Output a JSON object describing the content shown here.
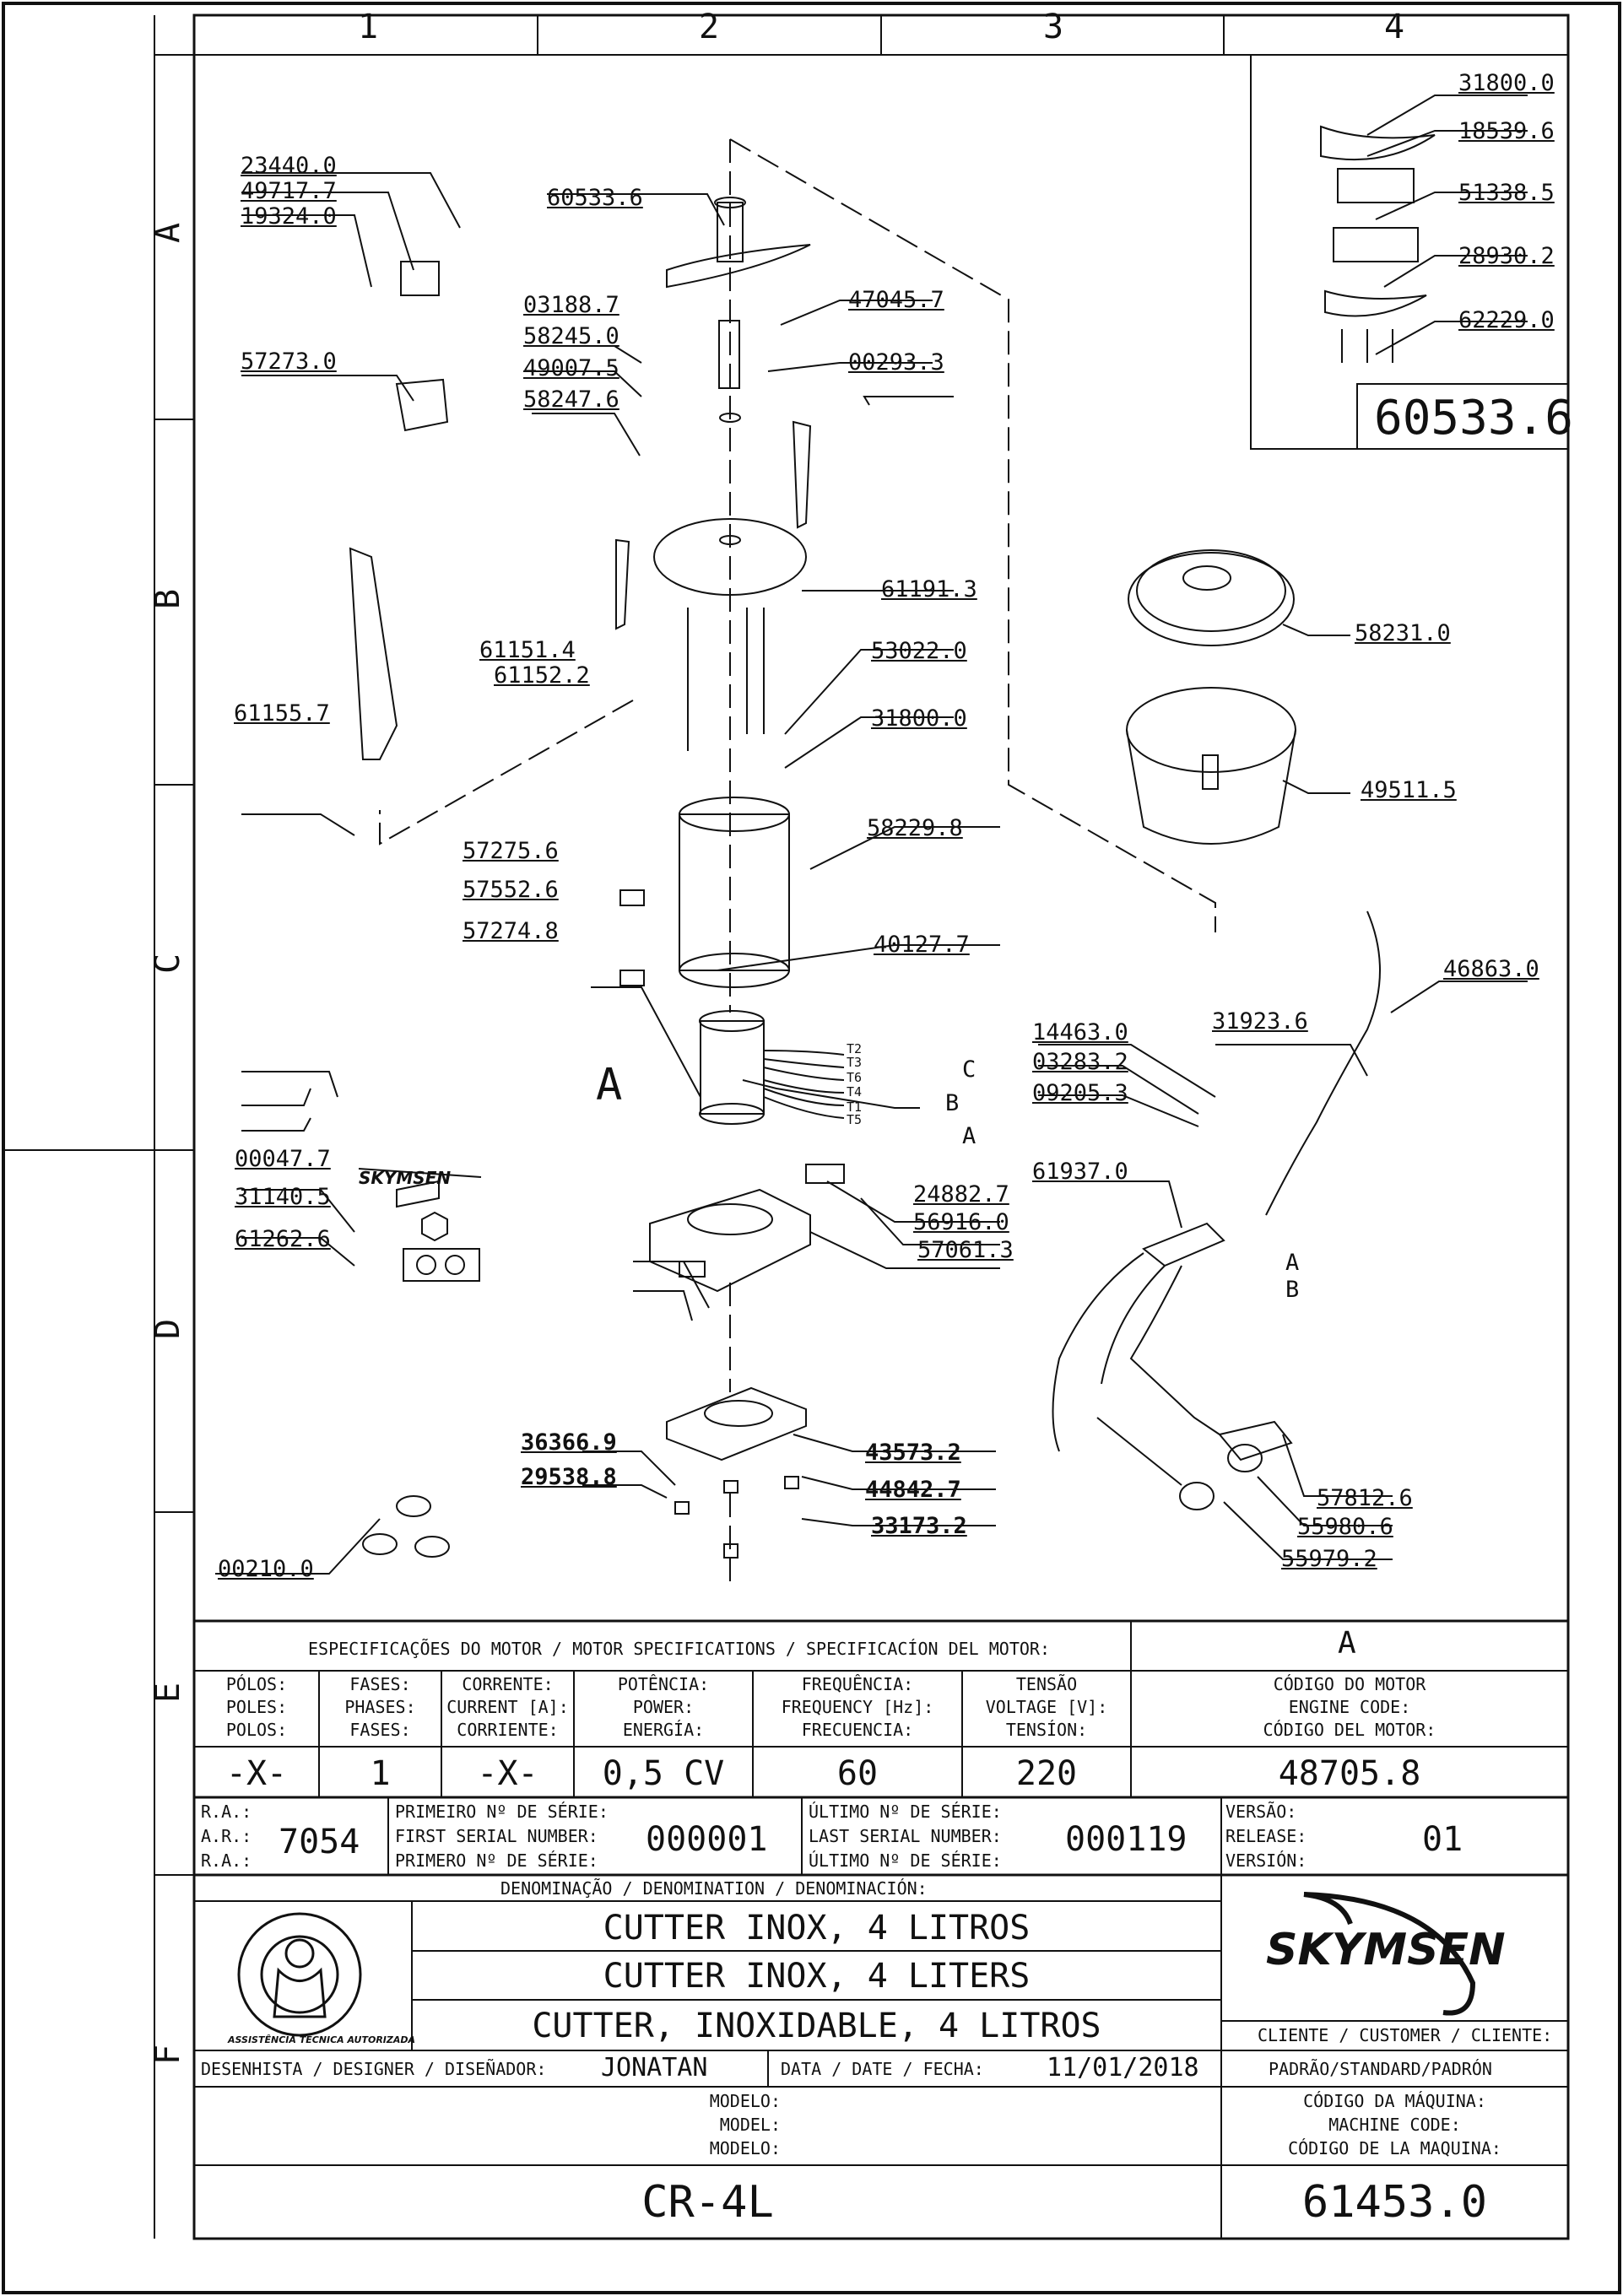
{
  "grid": {
    "columns": [
      "1",
      "2",
      "3",
      "4"
    ],
    "rows": [
      "A",
      "B",
      "C",
      "D",
      "E",
      "F"
    ]
  },
  "detail": {
    "code": "60533.6",
    "parts": [
      "31800.0",
      "18539.6",
      "51338.5",
      "28930.2",
      "62229.0"
    ]
  },
  "parts": {
    "p23440": "23440.0",
    "p49717": "49717.7",
    "p19324": "19324.0",
    "p60533": "60533.6",
    "p03188": "03188.7",
    "p47045": "47045.7",
    "p57273": "57273.0",
    "p58245": "58245.0",
    "p49007": "49007.5",
    "p00293": "00293.3",
    "p58247": "58247.6",
    "p61191": "61191.3",
    "p61151": "61151.4",
    "p61152": "61152.2",
    "p53022": "53022.0",
    "p61155": "61155.7",
    "p31800": "31800.0",
    "p58229": "58229.8",
    "p57275": "57275.6",
    "p57552": "57552.6",
    "p57274": "57274.8",
    "p40127": "40127.7",
    "pA": "A",
    "pT2": "T2",
    "pT3": "T3",
    "pT6": "T6",
    "pT4": "T4",
    "pT1": "T1",
    "pT5": "T5",
    "pC": "C",
    "pB": "B",
    "pA2": "A",
    "p00047": "00047.7",
    "p31140": "31140.5",
    "p61262": "61262.6",
    "p24882": "24882.7",
    "p56916": "56916.0",
    "p57061": "57061.3",
    "p36366": "36366.9",
    "p29538": "29538.8",
    "p43573": "43573.2",
    "p44842": "44842.7",
    "p33173": "33173.2",
    "p00210": "00210.0",
    "p58231": "58231.0",
    "p49511": "49511.5",
    "p46863": "46863.0",
    "p14463": "14463.0",
    "p31923": "31923.6",
    "p03283": "03283.2",
    "p09205": "09205.3",
    "p61937": "61937.0",
    "pA3": "A",
    "pB3": "B",
    "p57812": "57812.6",
    "p55980": "55980.6",
    "p55979": "55979.2"
  },
  "specs": {
    "header": "ESPECIFICAÇÕES DO MOTOR / MOTOR SPECIFICATIONS / SPECIFICACÍON DEL MOTOR:",
    "motor_ref": "A",
    "columns": [
      {
        "h1": "PÓLOS:",
        "h2": "POLES:",
        "h3": "POLOS:",
        "value": "-X-"
      },
      {
        "h1": "FASES:",
        "h2": "PHASES:",
        "h3": "FASES:",
        "value": "1"
      },
      {
        "h1": "CORRENTE:",
        "h2": "CURRENT [A]:",
        "h3": "CORRIENTE:",
        "value": "-X-"
      },
      {
        "h1": "POTÊNCIA:",
        "h2": "POWER:",
        "h3": "ENERGÍA:",
        "value": "0,5 CV"
      },
      {
        "h1": "FREQUÊNCIA:",
        "h2": "FREQUENCY [Hz]:",
        "h3": "FRECUENCIA:",
        "value": "60"
      },
      {
        "h1": "TENSÃO",
        "h2": "VOLTAGE [V]:",
        "h3": "TENSÍON:",
        "value": "220"
      }
    ],
    "engine_code": {
      "h1": "CÓDIGO DO MOTOR",
      "h2": "ENGINE CODE:",
      "h3": "CÓDIGO DEL MOTOR:",
      "value": "48705.8"
    }
  },
  "serials": {
    "ra_labels": [
      "R.A.:",
      "A.R.:",
      "R.A.:"
    ],
    "ra_value": "7054",
    "first_labels": [
      "PRIMEIRO Nº DE SÉRIE:",
      "FIRST SERIAL NUMBER:",
      "PRIMERO Nº DE SÉRIE:"
    ],
    "first_value": "000001",
    "last_labels": [
      "ÚLTIMO Nº DE SÉRIE:",
      "LAST SERIAL NUMBER:",
      "ÚLTIMO Nº DE SÉRIE:"
    ],
    "last_value": "000119",
    "version_labels": [
      "VERSÃO:",
      "RELEASE:",
      "VERSIÓN:"
    ],
    "version_value": "01"
  },
  "title_block": {
    "denomination_header": "DENOMINAÇÃO / DENOMINATION / DENOMINACIÓN:",
    "denominations": [
      "CUTTER INOX, 4 LITROS",
      "CUTTER INOX, 4 LITERS",
      "CUTTER, INOXIDABLE, 4 LITROS"
    ],
    "seal_text": [
      "ASSISTÊNCIA TÉCNICA AUTORIZADA"
    ],
    "brand": "SKYMSEN",
    "customer_label": "CLIENTE / CUSTOMER / CLIENTE:",
    "customer_value": "PADRÃO/STANDARD/PADRÓN",
    "designer_label": "DESENHISTA / DESIGNER / DISEÑADOR:",
    "designer_value": "JONATAN",
    "date_label": "DATA / DATE / FECHA:",
    "date_value": "11/01/2018",
    "model_labels": [
      "MODELO:",
      "MODEL:",
      "MODELO:"
    ],
    "model_value": "CR-4L",
    "machine_code_labels": [
      "CÓDIGO DA MÁQUINA:",
      "MACHINE CODE:",
      "CÓDIGO DE LA MAQUINA:"
    ],
    "machine_code_value": "61453.0"
  }
}
